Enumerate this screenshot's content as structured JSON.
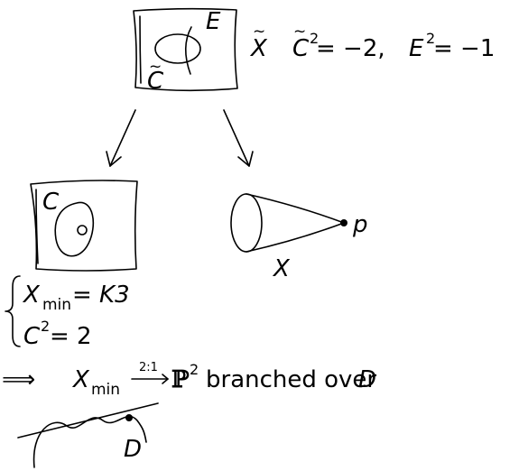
{
  "top": {
    "label_E": "E",
    "label_C": "C",
    "label_X": "X",
    "tilde": "~",
    "eq_C_base": "C",
    "eq_C_exp": "2",
    "eq_C_rhs": " = −2,",
    "eq_E_base": "E",
    "eq_E_exp": "2",
    "eq_E_rhs": " = −1"
  },
  "left": {
    "label_C": "C"
  },
  "right": {
    "label_p": "p",
    "label_X": "X"
  },
  "conditions": {
    "line1_base": "X",
    "line1_sub": "min",
    "line1_rhs": " = K3",
    "line2_base": "C",
    "line2_exp": "2",
    "line2_rhs": " = 2"
  },
  "implication": {
    "arrow": "⟹",
    "base": "X",
    "sub": "min",
    "ratio": "2:1",
    "target": "ℙ",
    "target_exp": "2",
    "text": "branched over",
    "D": "D"
  },
  "curve": {
    "label_D": "D"
  }
}
